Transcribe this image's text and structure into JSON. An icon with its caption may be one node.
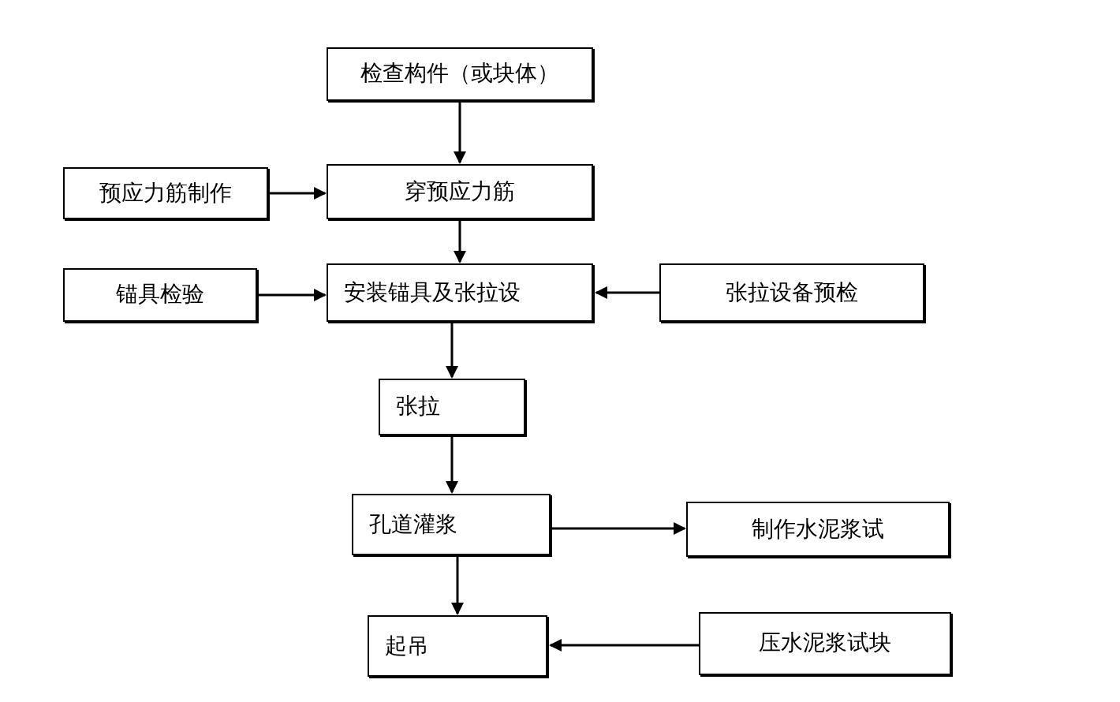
{
  "diagram": {
    "nodes": [
      {
        "text": [
          "检查构件（或块体）"
        ]
      },
      {
        "text": [
          "预应力筋制作"
        ]
      },
      {
        "text": [
          "穿预应力筋"
        ]
      },
      {
        "text": [
          "锚具检验"
        ]
      },
      {
        "text": [
          "安装锚具及张拉设"
        ]
      },
      {
        "text": [
          "张拉设备预检"
        ]
      },
      {
        "text": [
          "张拉"
        ]
      },
      {
        "text": [
          "孔道灌浆"
        ]
      },
      {
        "text": [
          "制作水泥浆试"
        ]
      },
      {
        "text": [
          "起吊"
        ]
      },
      {
        "text": [
          "压水泥浆试块"
        ]
      }
    ],
    "edges": [
      {
        "from": 0,
        "to": 2,
        "arrow": "to"
      },
      {
        "from": 1,
        "to": 2,
        "arrow": "to"
      },
      {
        "from": 2,
        "to": 4,
        "arrow": "to"
      },
      {
        "from": 3,
        "to": 4,
        "arrow": "to"
      },
      {
        "from": 5,
        "to": 4,
        "arrow": "to"
      },
      {
        "from": 4,
        "to": 6,
        "arrow": "to"
      },
      {
        "from": 6,
        "to": 7,
        "arrow": "to"
      },
      {
        "from": 7,
        "to": 8,
        "arrow": "to"
      },
      {
        "from": 7,
        "to": 9,
        "arrow": "to"
      },
      {
        "from": 10,
        "to": 9,
        "arrow": "to"
      }
    ]
  }
}
